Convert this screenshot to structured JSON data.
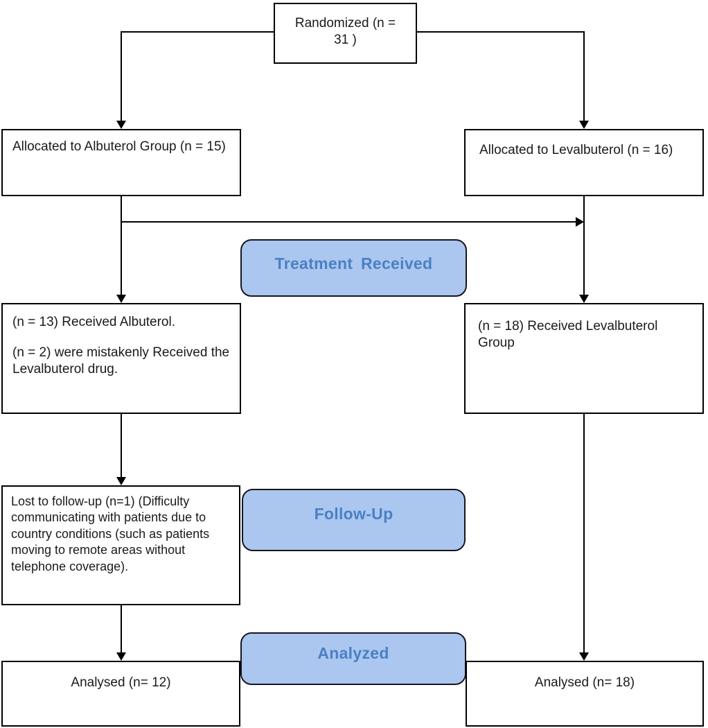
{
  "diagram": {
    "type": "flowchart",
    "boxes": {
      "randomized": {
        "line1": "Randomized (n =",
        "line2": "31 )"
      },
      "allocated_albuterol": {
        "text": "Allocated to Albuterol Group (n = 15)"
      },
      "allocated_levalbuterol": {
        "text": "Allocated to Levalbuterol (n = 16)"
      },
      "received_albuterol": {
        "line1": "(n = 13) Received Albuterol.",
        "line2": "(n = 2) were mistakenly Received the Levalbuterol drug."
      },
      "received_levalbuterol": {
        "text": "(n = 18) Received Levalbuterol Group"
      },
      "lost_to_followup": {
        "text": "Lost to follow-up (n=1) (Difficulty communicating with patients due to country conditions (such as patients moving to remote areas without telephone coverage)."
      },
      "analysed_albuterol": {
        "text": "Analysed (n= 12)"
      },
      "analysed_levalbuterol": {
        "text": "Analysed (n= 18)"
      }
    },
    "stages": {
      "treatment": {
        "label": "Treatment Received"
      },
      "followup": {
        "label": "Follow-Up"
      },
      "analyzed": {
        "label": "Analyzed"
      }
    },
    "colors": {
      "stage_fill": "#abc7f0",
      "stage_border": "#16161d",
      "stage_text": "#4a80c4",
      "box_border": "#000000",
      "box_text": "#1a1a1a",
      "background": "#ffffff"
    }
  }
}
